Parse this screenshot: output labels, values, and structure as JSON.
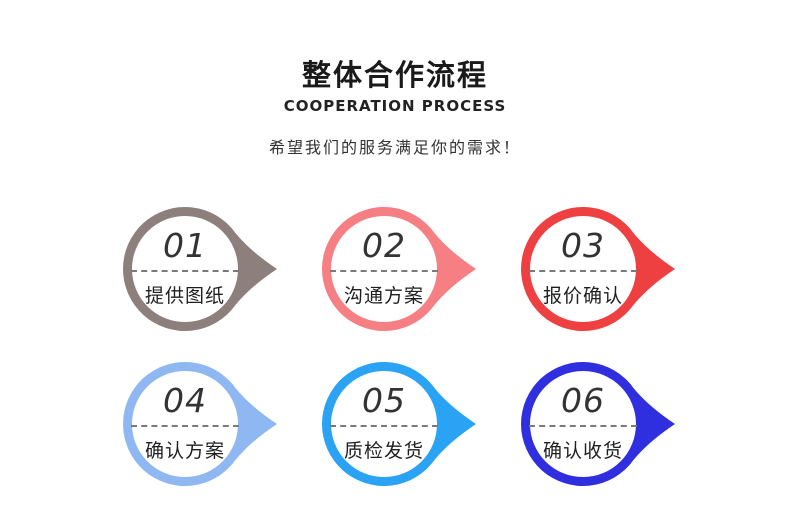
{
  "header": {
    "title": "整体合作流程",
    "subtitle": "COOPERATION PROCESS",
    "tagline": "希望我们的服务满足你的需求！"
  },
  "steps": [
    {
      "number": "01",
      "label": "提供图纸",
      "color": "#8c7f7c"
    },
    {
      "number": "02",
      "label": "沟通方案",
      "color": "#f57f83"
    },
    {
      "number": "03",
      "label": "报价确认",
      "color": "#ee3f41"
    },
    {
      "number": "04",
      "label": "确认方案",
      "color": "#8fb8f3"
    },
    {
      "number": "05",
      "label": "质检发货",
      "color": "#2aa3f4"
    },
    {
      "number": "06",
      "label": "确认收货",
      "color": "#2f2fe0"
    }
  ]
}
